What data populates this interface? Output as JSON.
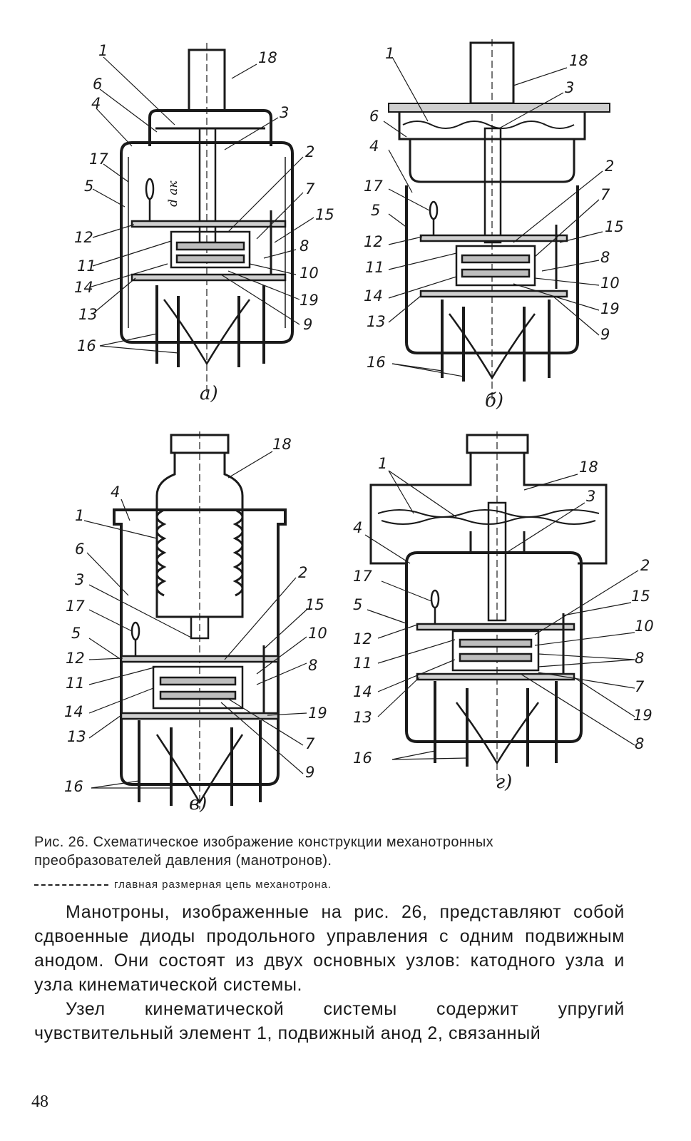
{
  "figure": {
    "panels": [
      {
        "id": "a",
        "label": "а)",
        "has_dim": true,
        "dim_label": "d ак",
        "callouts": [
          "1",
          "18",
          "6",
          "3",
          "4",
          "2",
          "17",
          "5",
          "7",
          "15",
          "12",
          "8",
          "11",
          "10",
          "14",
          "19",
          "13",
          "9",
          "16"
        ]
      },
      {
        "id": "b",
        "label": "б)",
        "callouts": [
          "1",
          "18",
          "3",
          "6",
          "4",
          "2",
          "17",
          "7",
          "5",
          "15",
          "12",
          "8",
          "11",
          "10",
          "14",
          "19",
          "13",
          "9",
          "16"
        ]
      },
      {
        "id": "v",
        "label": "в)",
        "callouts": [
          "18",
          "4",
          "1",
          "6",
          "2",
          "3",
          "15",
          "17",
          "10",
          "5",
          "12",
          "8",
          "11",
          "14",
          "19",
          "13",
          "7",
          "16",
          "9"
        ]
      },
      {
        "id": "g",
        "label": "г)",
        "callouts": [
          "1",
          "18",
          "3",
          "4",
          "2",
          "17",
          "15",
          "5",
          "10",
          "12",
          "8",
          "11",
          "7",
          "14",
          "19",
          "13",
          "8",
          "16"
        ]
      }
    ]
  },
  "caption": {
    "line1": "Рис. 26. Схематическое изображение конструкции механотронных",
    "line2": "преобразователей давления (манотронов).",
    "legend": "главная размерная цепь механотрона."
  },
  "body": {
    "paragraph1": "Манотроны, изображенные на рис. 26, представляют собой сдвоенные диоды продольного управления с одним подвижным анодом. Они состоят из двух основных узлов: катодного узла и узла кинематической системы.",
    "paragraph2": "Узел кинематической системы содержит упругий чувствительный элемент 1, подвижный анод 2, связанный"
  },
  "page_number": "48"
}
